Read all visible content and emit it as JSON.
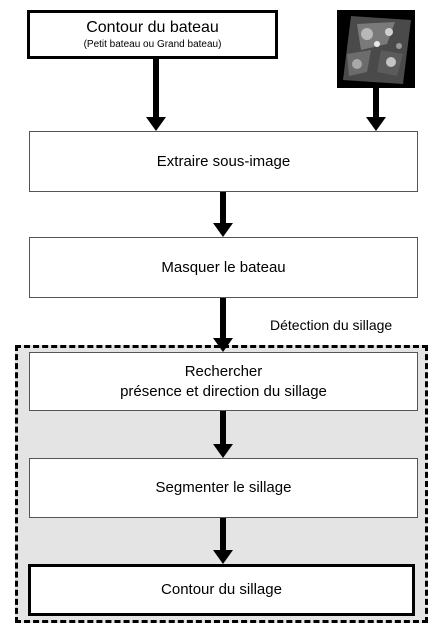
{
  "nodes": {
    "boat_contour": {
      "title": "Contour du bateau",
      "subtitle": "(Petit bateau ou Grand bateau)"
    },
    "extract": {
      "label": "Extraire sous-image"
    },
    "mask": {
      "label": "Masquer le bateau"
    },
    "search": {
      "line1": "Rechercher",
      "line2": "présence et direction du sillage"
    },
    "segment": {
      "label": "Segmenter le sillage"
    },
    "wake_contour": {
      "label": "Contour du sillage"
    }
  },
  "region": {
    "label": "Détection du sillage"
  },
  "colors": {
    "region_fill": "#e4e4e4",
    "box_fill": "#ffffff",
    "stroke": "#000000"
  }
}
